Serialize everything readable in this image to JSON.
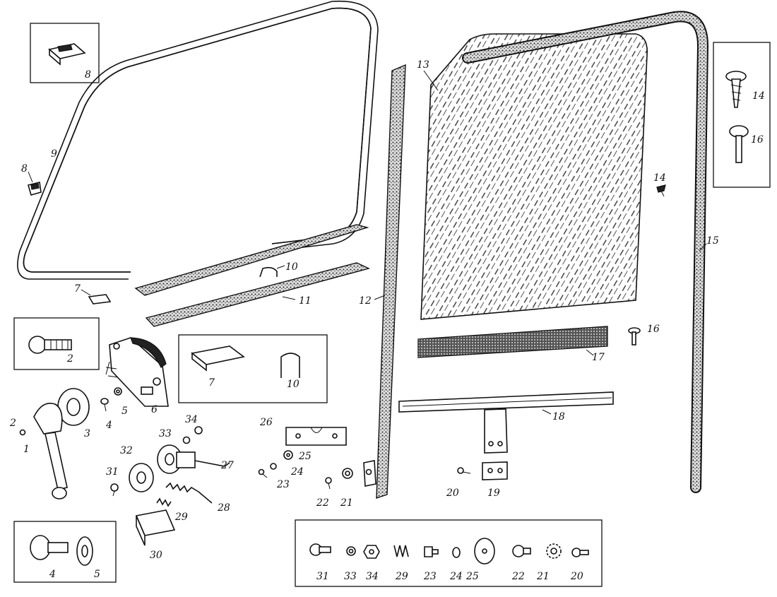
{
  "diagram": {
    "labels": {
      "l1": "1",
      "l2": "2",
      "l2b": "2",
      "l3": "3",
      "l4": "4",
      "l4b": "4",
      "l5": "5",
      "l5b": "5",
      "l6": "6",
      "l7": "7",
      "l7b": "7",
      "l8": "8",
      "l8b": "8",
      "l9": "9",
      "l10": "10",
      "l10b": "10",
      "l11": "11",
      "l12": "12",
      "l13": "13",
      "l14": "14",
      "l14b": "14",
      "l15": "15",
      "l16": "16",
      "l16b": "16",
      "l17": "17",
      "l18": "18",
      "l19": "19",
      "l20": "20",
      "l21": "21",
      "l22": "22",
      "l23": "23",
      "l24": "24",
      "l25": "25",
      "l26": "26",
      "l27": "27",
      "l28": "28",
      "l29": "29",
      "l30": "30",
      "l31": "31",
      "l32": "32",
      "l33": "33",
      "l34": "34"
    },
    "fastener_strip": [
      "31",
      "33",
      "34",
      "29",
      "23",
      "24",
      "25",
      "22",
      "21",
      "20"
    ]
  }
}
